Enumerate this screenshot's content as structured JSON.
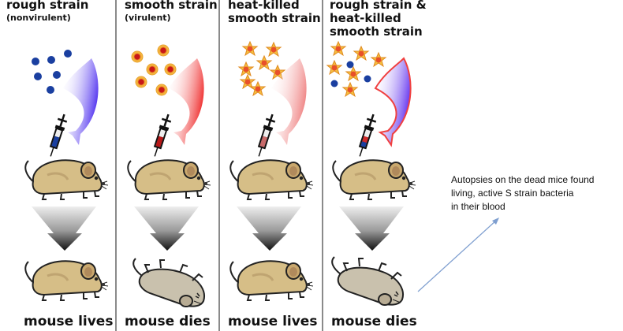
{
  "panels": [
    {
      "title_lines": [
        "rough strain"
      ],
      "subtitle": "(nonvirulent)",
      "outcome": "mouse lives",
      "injection": "blue",
      "mouse_state": "alive"
    },
    {
      "title_lines": [
        "smooth strain"
      ],
      "subtitle": "(virulent)",
      "outcome": "mouse dies",
      "injection": "red",
      "mouse_state": "dead"
    },
    {
      "title_lines": [
        "heat-killed",
        "smooth strain"
      ],
      "subtitle": "",
      "outcome": "mouse lives",
      "injection": "pink",
      "mouse_state": "alive"
    },
    {
      "title_lines": [
        "rough strain &",
        "heat-killed",
        "smooth strain"
      ],
      "subtitle": "",
      "outcome": "mouse dies",
      "injection": "blue-red",
      "mouse_state": "dead"
    }
  ],
  "annotation": {
    "lines": [
      "Autopsies on the dead mice  found",
      "living, active S strain bacteria",
      "in their blood"
    ]
  },
  "colors": {
    "rough_bacteria": "#1a3fa0",
    "smooth_bacteria_fill": "#d42020",
    "smooth_bacteria_ring": "#f2b233",
    "heat_killed_fill": "#e8702a",
    "heat_killed_ring": "#f5c040",
    "mouse_alive": "#d8c08a",
    "mouse_dead": "#c9c1ad",
    "divider": "#8a8a8a",
    "annotation_arrow": "#7f9fd0"
  }
}
